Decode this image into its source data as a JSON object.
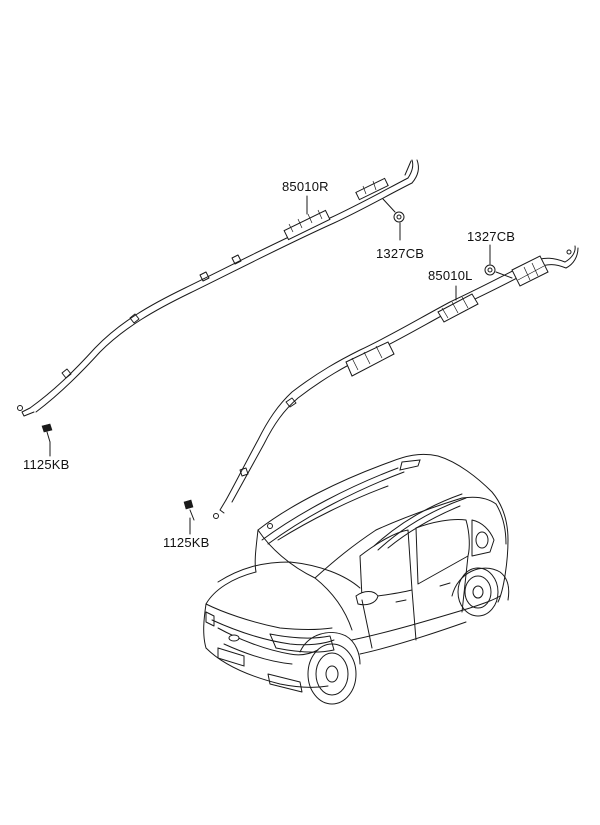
{
  "diagram": {
    "parts": [
      {
        "id": "right_curtain_airbag",
        "code": "85010R"
      },
      {
        "id": "nut_right",
        "code": "1327CB"
      },
      {
        "id": "bolt_right",
        "code": "1125KB"
      },
      {
        "id": "left_curtain_airbag",
        "code": "85010L"
      },
      {
        "id": "nut_left",
        "code": "1327CB"
      },
      {
        "id": "bolt_left",
        "code": "1125KB"
      }
    ]
  }
}
